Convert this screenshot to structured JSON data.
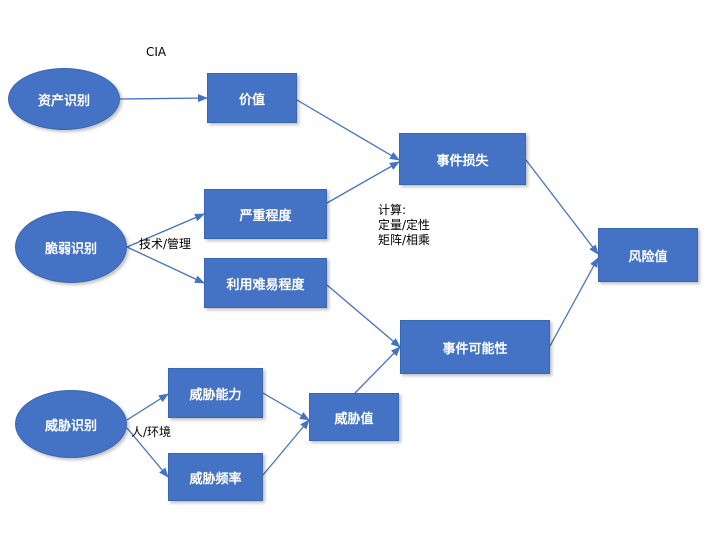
{
  "colors": {
    "node_fill": "#4472c4",
    "edge": "#4472c4",
    "text": "#ffffff"
  },
  "nodes": {
    "asset": "资产识别",
    "vuln": "脆弱识别",
    "threat": "威胁识别",
    "value": "价值",
    "severity": "严重程度",
    "exploit": "利用难易程度",
    "capability": "威胁能力",
    "frequency": "威胁频率",
    "threat_value": "威胁值",
    "loss": "事件损失",
    "likelihood": "事件可能性",
    "risk": "风险值"
  },
  "labels": {
    "cia": "CIA",
    "tech_mgmt": "技术/管理",
    "human_env": "人/环境",
    "calc_title": "计算:",
    "calc_line1": "定量/定性",
    "calc_line2": "矩阵/相乘"
  }
}
